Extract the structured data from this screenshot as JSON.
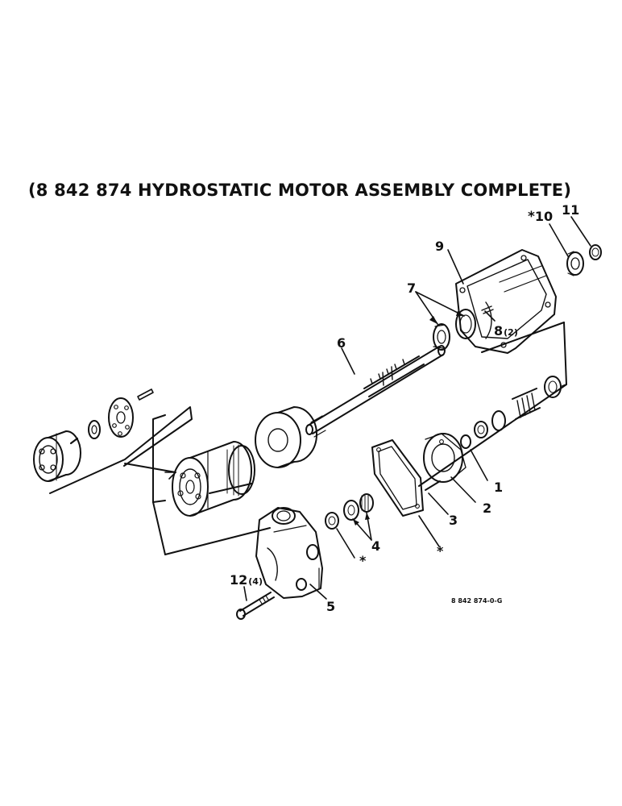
{
  "title": "(8 842 874 HYDROSTATIC MOTOR ASSEMBLY COMPLETE)",
  "drawing_number": "8 842 874-0-G",
  "callouts": {
    "c1": "1",
    "c2": "2",
    "c3": "3",
    "c4": "4",
    "c5": "5",
    "c6": "6",
    "c7": "7",
    "c8": "8",
    "c8_qty": "(2)",
    "c9": "9",
    "c10_star": "*",
    "c10": "10",
    "c11": "11",
    "c12": "12",
    "c12_qty": "(4)",
    "star_a": "*",
    "star_b": "*"
  }
}
